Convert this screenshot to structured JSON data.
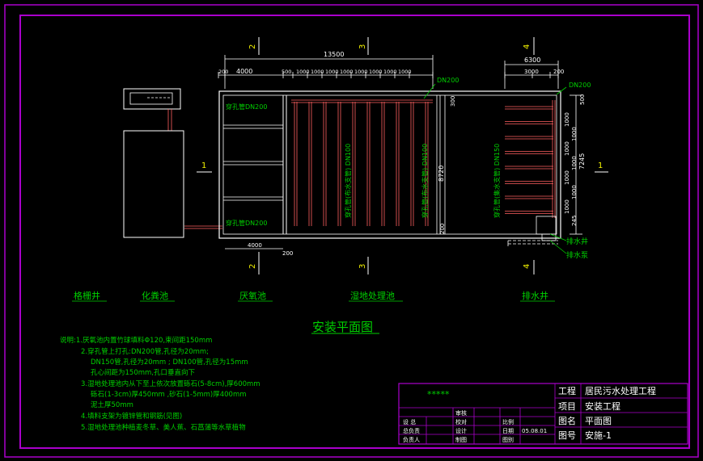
{
  "section_marks": {
    "s1": "1",
    "s2": "2",
    "s3": "3",
    "s4": "4"
  },
  "dimensions": {
    "top_total": "13500",
    "top_right_total": "6300",
    "top_segments": [
      "200",
      "4000",
      "500",
      "1000",
      "1000",
      "1000",
      "1000",
      "1000",
      "1000",
      "1000",
      "1000"
    ],
    "top_right_segments": [
      "3000",
      "200"
    ],
    "bottom_left": "4000",
    "bottom_left_small": "200",
    "mid_vertical": "8720",
    "mid_top": "300",
    "mid_bottom": "200",
    "right_vertical": "7245",
    "right_top": "500",
    "right_segments": [
      "1000",
      "1000",
      "1000",
      "1000",
      "1000",
      "1000",
      "1000"
    ],
    "right_bottom": "245"
  },
  "labels": {
    "dn200_top": "DN200",
    "dn200_right": "DN200",
    "pipe_top": "穿孔管DN200",
    "pipe_bottom": "穿孔管DN200",
    "wetland_dist_1": "穿孔管(布水支管) DN100",
    "wetland_dist_2": "穿孔管(布水支管) DN100",
    "collect": "穿孔管(集水支管) DN150",
    "drain_well": "排水井",
    "drain_pump": "排水泵"
  },
  "units": [
    "格栅井",
    "化粪池",
    "厌氧池",
    "湿地处理池",
    "排水井"
  ],
  "drawing_title": "安装平面图",
  "notes": [
    "说明:1.厌氧池内置竹球填料Φ120,束间距150mm",
    "2.穿孔管上打孔:DN200管,孔径为20mm;",
    "DN150管,孔径为20mm ; DN100管,孔径为15mm",
    "孔心间距为150mm,孔口垂直向下",
    "3.湿地处理池内从下至上依次放置砾石(5-8cm),厚600mm",
    "砾石(1-3cm)厚450mm ,砂石(1-5mm)厚400mm",
    "泥土厚50mm",
    "4.填料支架为镀锌管和钢筋(见图)",
    "5.湿地处理池种植麦冬草、美人蕉、石菖蒲等水草植物"
  ],
  "title_block": {
    "stars": "*****",
    "project_label": "工程",
    "project_value": "居民污水处理工程",
    "item_label": "项目",
    "item_value": "安装工程",
    "drawing_label": "图名",
    "drawing_value": "平面图",
    "number_label": "图号",
    "number_value": "安施-1",
    "cells": [
      "审核",
      "校对",
      "设计",
      "制图",
      "比例",
      "日期",
      "图别",
      "设 总",
      "总负责",
      "负责人"
    ],
    "date": "05.08.01"
  },
  "colors": {
    "frame": "#aa00cc",
    "line": "#ffffff",
    "green": "#00d000",
    "pipe": "#ff6060",
    "yellow": "#f0f000"
  }
}
